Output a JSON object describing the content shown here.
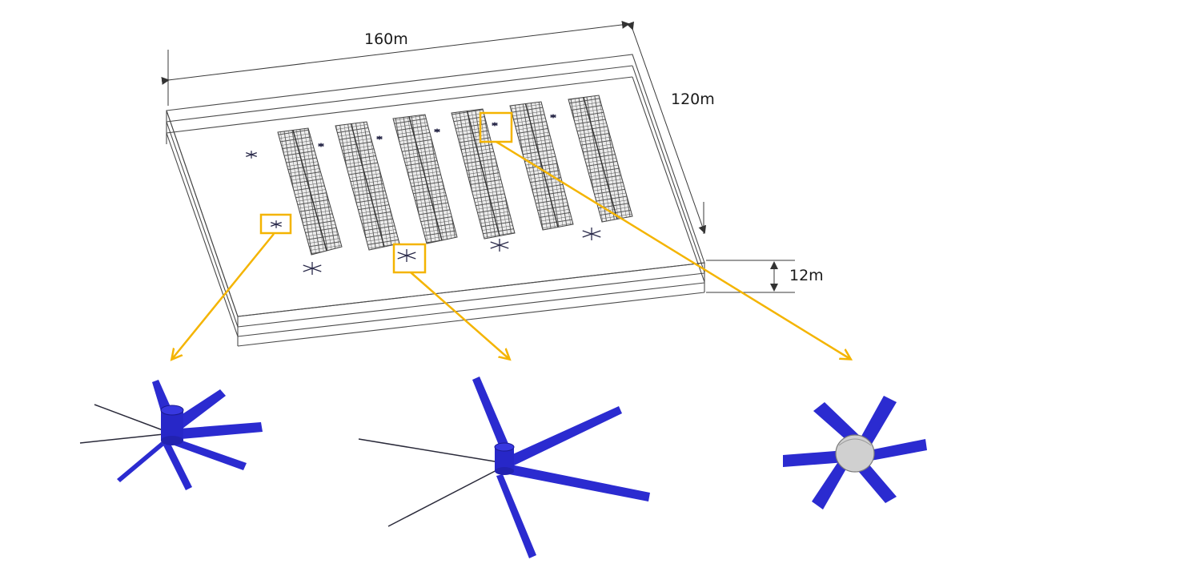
{
  "dimensions": {
    "length": "160m",
    "width": "120m",
    "height": "12m"
  },
  "colors": {
    "outline": "#4a4a4a",
    "rack": "#555555",
    "callout": "#f4b400",
    "blade": "#2b2bd0",
    "hub_dark": "#2727c8",
    "hub_light": "#d0d0d0"
  },
  "icons": {
    "fan_symbol": "asterisk-fan-icon",
    "fan_detail_a": "hvls-fan-icon",
    "fan_detail_b": "hvls-fan-large-icon",
    "fan_detail_c": "round-hub-fan-icon"
  }
}
